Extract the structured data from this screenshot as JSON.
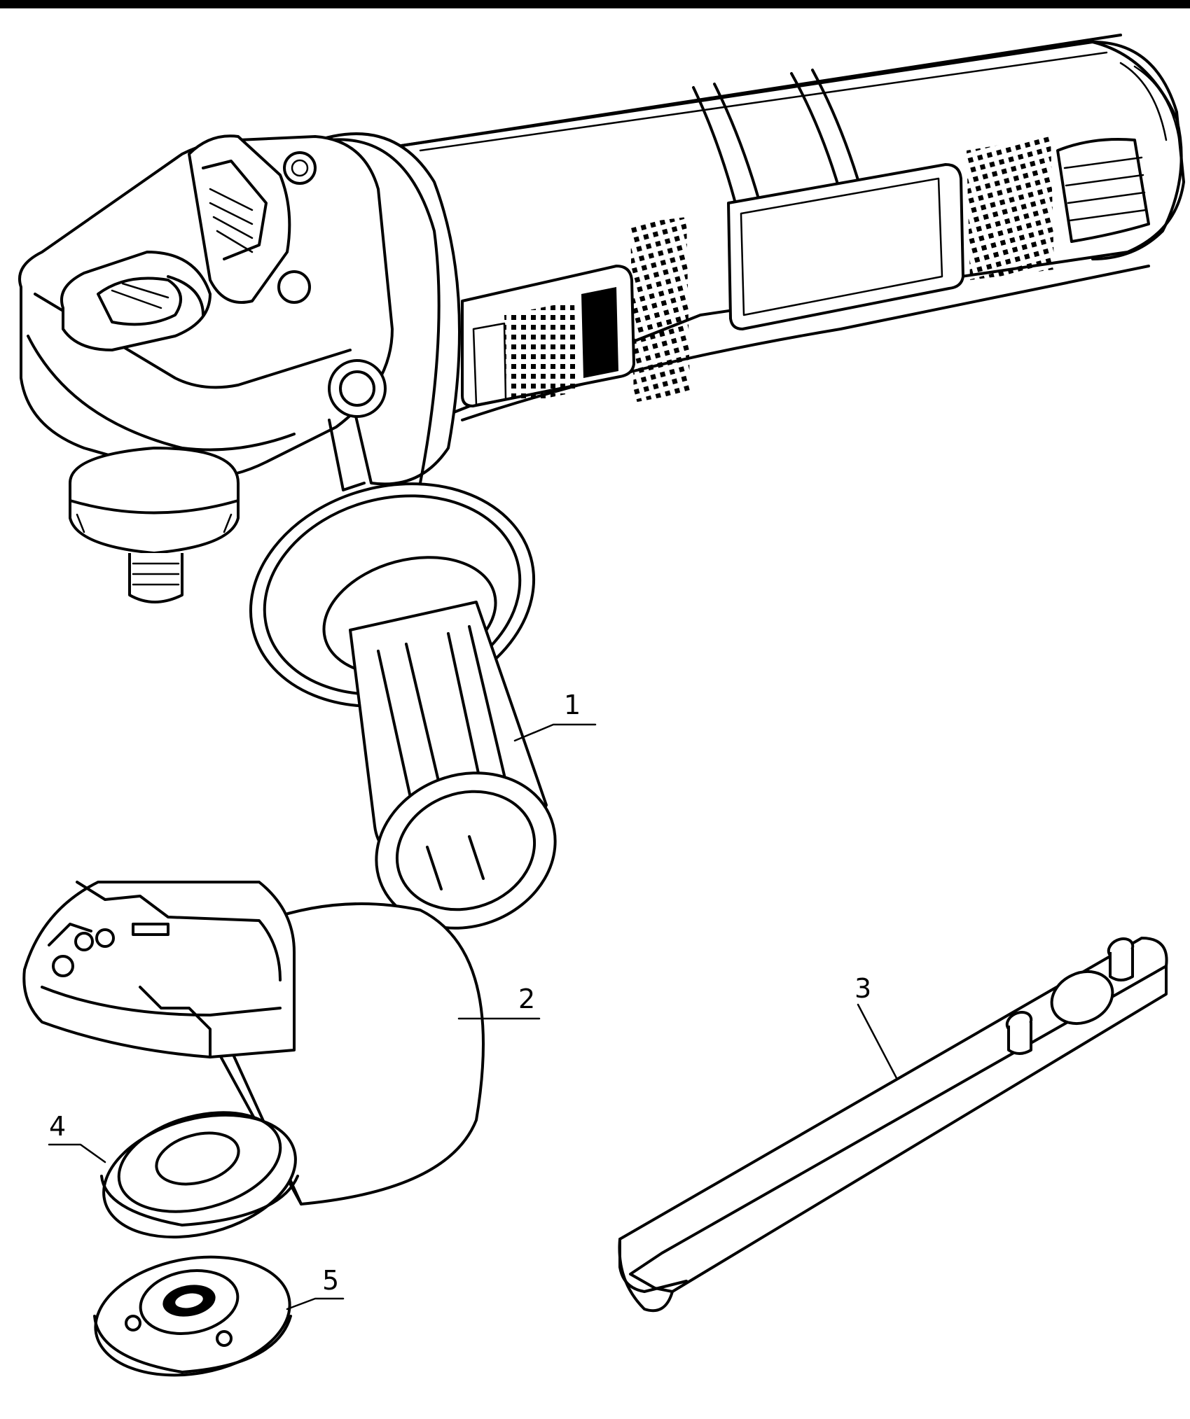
{
  "diagram": {
    "callouts": [
      {
        "id": "1",
        "label": "1"
      },
      {
        "id": "2",
        "label": "2"
      },
      {
        "id": "3",
        "label": "3"
      },
      {
        "id": "4",
        "label": "4"
      },
      {
        "id": "5",
        "label": "5"
      }
    ],
    "line_color": "#000000",
    "background": "#ffffff",
    "parts": [
      {
        "name": "angle-grinder",
        "icon": "grinder-icon"
      },
      {
        "name": "side-handle",
        "icon": "handle-icon"
      },
      {
        "name": "wheel-guard",
        "icon": "guard-icon"
      },
      {
        "name": "pin-spanner",
        "icon": "spanner-icon"
      },
      {
        "name": "inner-flange",
        "icon": "flange-icon"
      },
      {
        "name": "outer-flange-nut",
        "icon": "nut-icon"
      }
    ]
  }
}
